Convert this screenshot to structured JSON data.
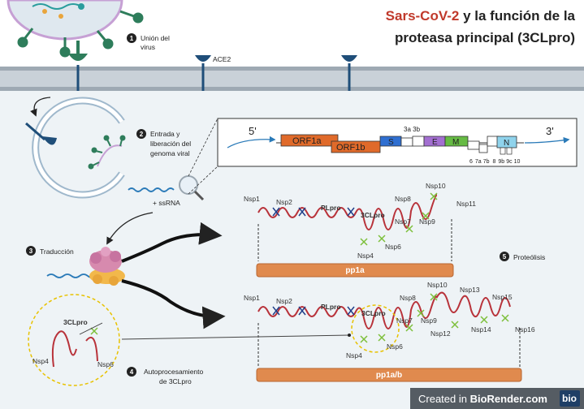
{
  "title": {
    "part1": "Sars-CoV-2",
    "part2": " y la función de la",
    "line2": "proteasa principal (3CLpro)"
  },
  "colors": {
    "title_red": "#c0392b",
    "virus_green": "#2e7d5b",
    "receptor_blue": "#1f4e79",
    "rna_blue": "#2a7ab8",
    "protease_green": "#7cbf3a",
    "scissors_blue": "#1f3f8a",
    "polyprotein_orange": "#e08a4e",
    "strand_red": "#b8323a"
  },
  "steps": [
    {
      "n": "1",
      "text": [
        "Unión del",
        "virus"
      ]
    },
    {
      "n": "2",
      "text": [
        "Entrada y",
        "liberación del",
        "genoma viral"
      ]
    },
    {
      "n": "3",
      "text": [
        "Traducción"
      ]
    },
    {
      "n": "4",
      "text": [
        "Autoprocesamiento",
        "de 3CLpro"
      ]
    },
    {
      "n": "5",
      "text": [
        "Proteólisis"
      ]
    }
  ],
  "labels": {
    "ace2": "ACE2",
    "ssrna": "+ ssRNA",
    "five_prime": "5'",
    "three_prime": "3'",
    "genome_genes": [
      "ORF1a",
      "ORF1b",
      "S",
      "E",
      "M",
      "N"
    ],
    "genome_top": "3a 3b",
    "genome_bottom": [
      "6",
      "7a",
      "7b",
      "8",
      "9b",
      "9c",
      "10"
    ],
    "pp1a": "pp1a",
    "pp1ab": "pp1a/b",
    "plpro": "PLpro",
    "cl3pro": "3CLpro",
    "nsp_pp1a": [
      "Nsp1",
      "Nsp2",
      "Nsp4",
      "Nsp6",
      "Nsp7",
      "Nsp8",
      "Nsp9",
      "Nsp10",
      "Nsp11"
    ],
    "nsp_pp1ab": [
      "Nsp1",
      "Nsp2",
      "Nsp4",
      "Nsp6",
      "Nsp7",
      "Nsp8",
      "Nsp9",
      "Nsp10",
      "Nsp12",
      "Nsp13",
      "Nsp14",
      "Nsp15",
      "Nsp16"
    ],
    "auto_nsp": [
      "Nsp4",
      "Nsp6"
    ]
  },
  "footer": {
    "prefix": "Created in ",
    "brand": "BioRender.com",
    "badge": "bio"
  }
}
